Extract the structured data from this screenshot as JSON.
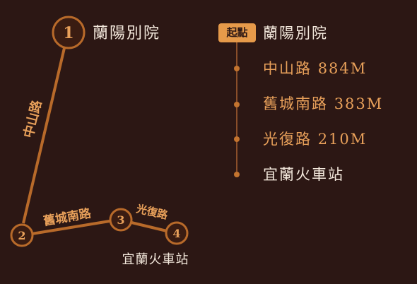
{
  "map": {
    "nodes": [
      {
        "num": "1",
        "label": "蘭陽別院"
      },
      {
        "num": "2"
      },
      {
        "num": "3"
      },
      {
        "num": "4",
        "label": "宜蘭火車站"
      }
    ],
    "segments": [
      {
        "road": "中山路"
      },
      {
        "road": "舊城南路"
      },
      {
        "road": "光復路"
      }
    ]
  },
  "route": {
    "start_badge": "起點",
    "origin": "蘭陽別院",
    "legs": [
      {
        "road": "中山路",
        "distance": "884M"
      },
      {
        "road": "舊城南路",
        "distance": "383M"
      },
      {
        "road": "光復路",
        "distance": "210M"
      }
    ],
    "destination": "宜蘭火車站"
  },
  "colors": {
    "background": "#2c1714",
    "accent": "#e69a4a",
    "line": "#b86a2a",
    "text_light": "#f3e8dc"
  }
}
